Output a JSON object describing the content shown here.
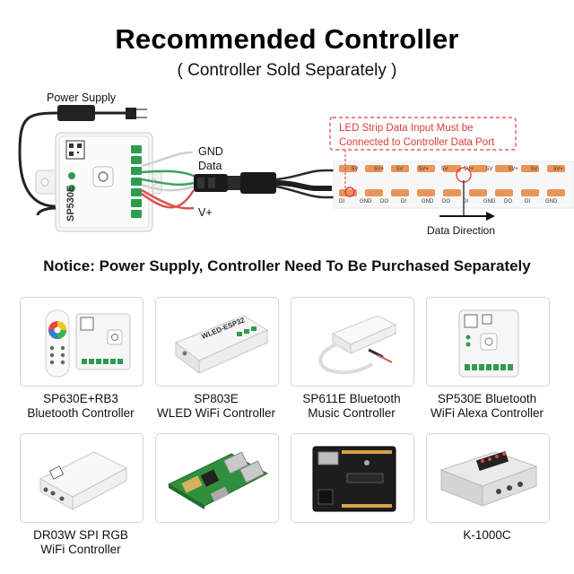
{
  "header": {
    "title": "Recommended Controller",
    "subtitle": "( Controller Sold Separately )"
  },
  "diagram": {
    "power_supply_label": "Power Supply",
    "gnd_label": "GND",
    "data_label": "Data",
    "vplus_label": "V+",
    "controller_model": "SP530E",
    "callout_line1": "LED Strip Data Input Must be",
    "callout_line2": "Connected to Controller Data Port",
    "data_direction_label": "Data Direction",
    "strip_top_labels": [
      "5V",
      "5V+",
      "5V",
      "5V+",
      "5V",
      "5V+",
      "5V",
      "5V+",
      "5V",
      "5V+"
    ],
    "strip_bottom_labels": [
      "DI",
      "GND",
      "DO",
      "DI",
      "GND",
      "DO",
      "DI",
      "GND",
      "DO",
      "DI",
      "GND"
    ],
    "colors": {
      "callout_red": "#e03a3a",
      "strip_pad_orange": "#e8955a",
      "wire_red": "#d9534f",
      "wire_green": "#3aa35e",
      "wire_white": "#e8e8e8"
    }
  },
  "notice": "Notice: Power Supply, Controller Need To Be Purchased Separately",
  "products": [
    {
      "line1": "SP630E+RB3",
      "line2": "Bluetooth Controller",
      "icon": "rgb-remote-controller-icon"
    },
    {
      "line1": "SP803E",
      "line2": "WLED WiFi Controller",
      "icon": "wled-controller-icon",
      "device_text": "WLED-ESP32"
    },
    {
      "line1": "SP611E Bluetooth",
      "line2": "Music Controller",
      "icon": "music-controller-icon"
    },
    {
      "line1": "SP530E Bluetooth",
      "line2": "WiFi Alexa Controller",
      "icon": "alexa-controller-icon"
    },
    {
      "line1": "DR03W SPI RGB",
      "line2": "WiFi Controller",
      "icon": "spi-controller-icon"
    },
    {
      "line1": "",
      "line2": "",
      "icon": "raspberry-pi-icon"
    },
    {
      "line1": "",
      "line2": "",
      "icon": "arduino-board-icon"
    },
    {
      "line1": "K-1000C",
      "line2": "",
      "icon": "k1000c-controller-icon"
    }
  ]
}
